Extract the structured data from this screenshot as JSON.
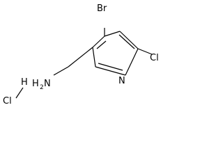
{
  "molecule": {
    "atoms": {
      "bromine": "Br",
      "chlorine_ring": "Cl",
      "nitrogen_ring": "N",
      "amine_h": "H",
      "amine_subscript": "2",
      "amine_n": "N",
      "hcl_h": "H",
      "hcl_cl": "Cl"
    }
  },
  "colors": {
    "bond": "#000000",
    "label": "#000000",
    "background": "#ffffff"
  }
}
